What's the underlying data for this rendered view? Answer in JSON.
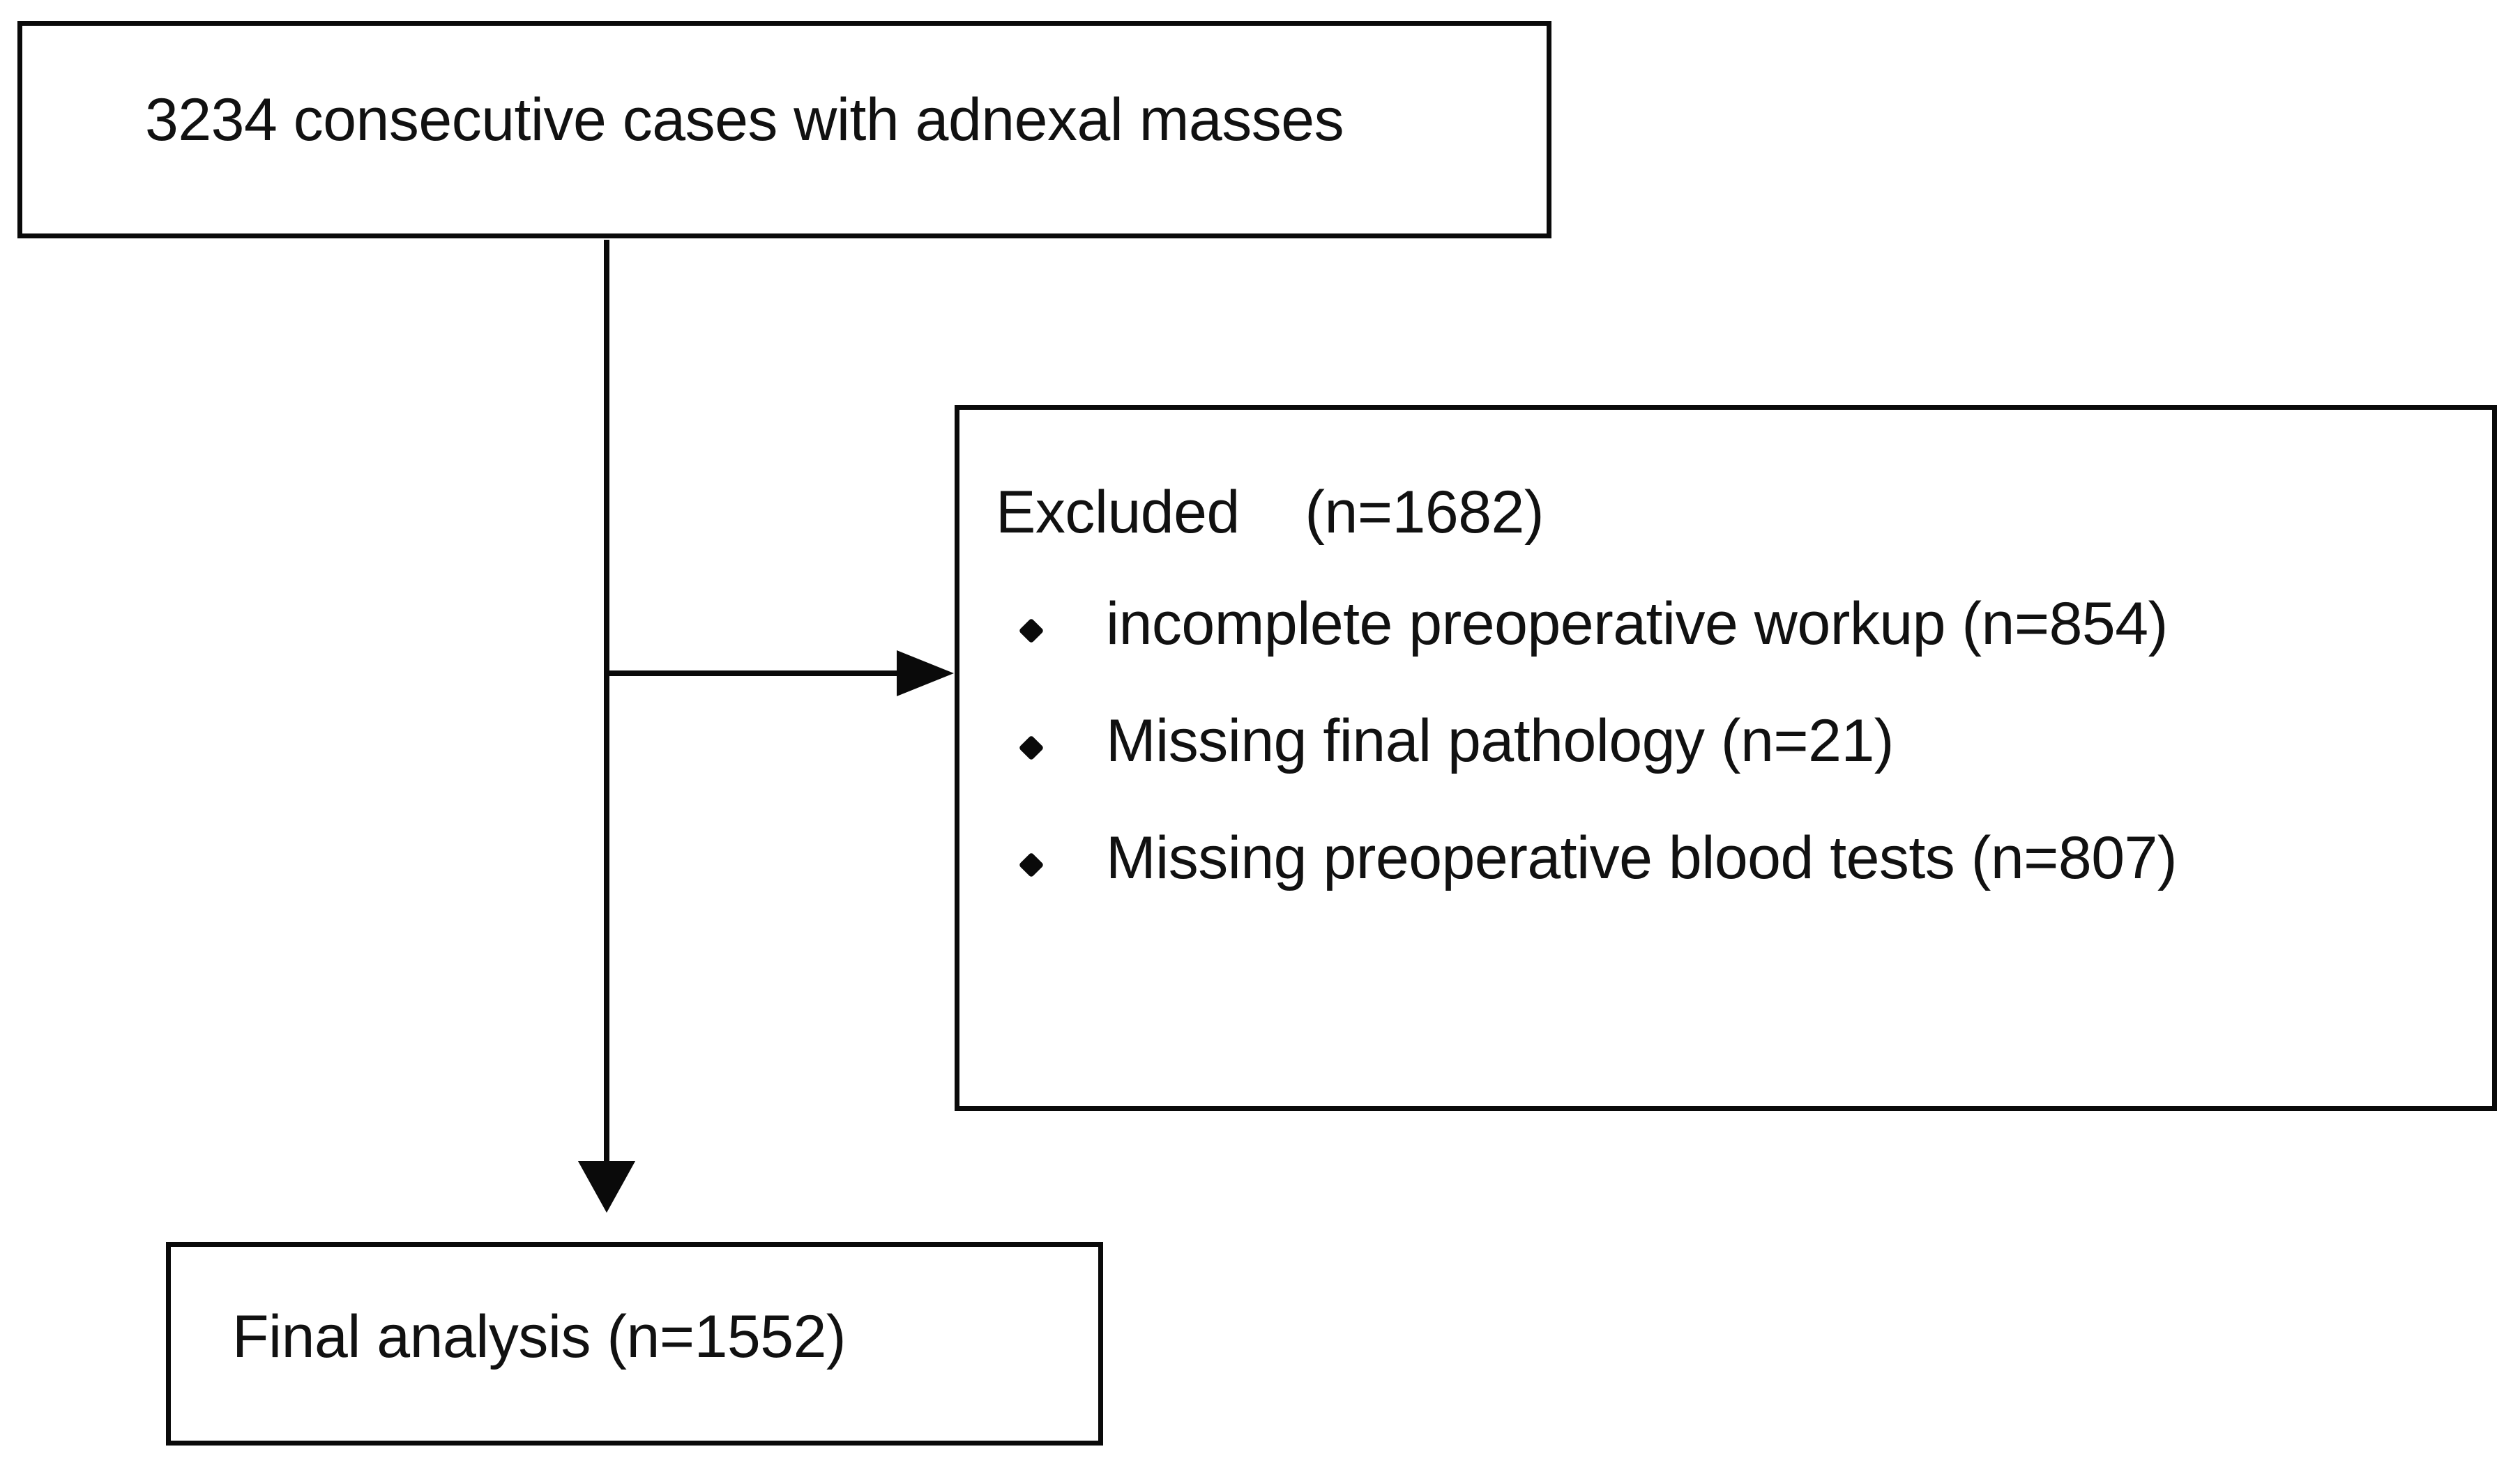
{
  "diagram": {
    "type": "flowchart",
    "kind": "study-flow-diagram",
    "cohort_box": {
      "text": "3234 consecutive cases with adnexal masses"
    },
    "excluded_box": {
      "title": "Excluded    (n=1682)",
      "items": [
        {
          "bullet": "diamond-bullet-icon",
          "label": "incomplete preoperative workup (n=854)"
        },
        {
          "bullet": "diamond-bullet-icon",
          "label": "Missing final pathology (n=21)"
        },
        {
          "bullet": "diamond-bullet-icon",
          "label": "Missing preoperative blood tests (n=807)"
        }
      ]
    },
    "final_box": {
      "text": "Final analysis (n=1552)"
    },
    "connectors": {
      "stem": "vertical-line",
      "branch": "horizontal-line",
      "arrow_right": "arrowhead-right-icon",
      "arrow_down": "arrowhead-down-icon"
    },
    "colors": {
      "stroke": "#0a0a0a",
      "background": "#ffffff",
      "text": "#111111"
    }
  }
}
